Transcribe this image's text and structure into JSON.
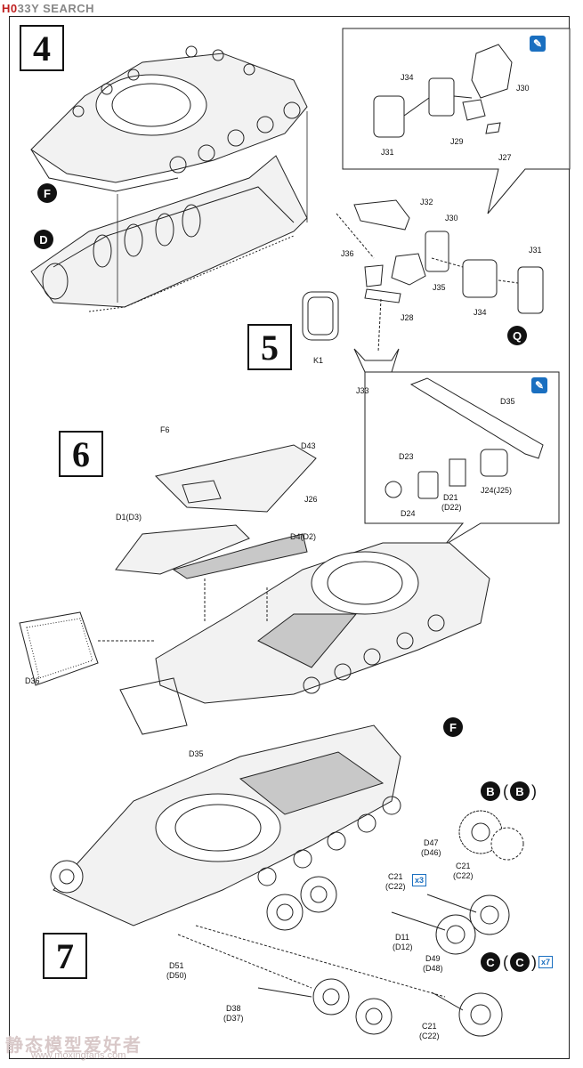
{
  "watermark": {
    "brand_red": "H0",
    "brand_gray": "33Y SEARCH",
    "bottom_cn": "静态模型爱好者",
    "bottom_url": "www.moxingfans.com"
  },
  "steps": {
    "s4": "4",
    "s5": "5",
    "s6": "6",
    "s7": "7"
  },
  "circles": {
    "F1": "F",
    "D": "D",
    "Q": "Q",
    "F2": "F",
    "B1": "B",
    "B2": "B",
    "C1": "C",
    "C2": "C"
  },
  "labels": {
    "J34a": "J34",
    "J30a": "J30",
    "J29": "J29",
    "J31a": "J31",
    "J27": "J27",
    "J32": "J32",
    "J30b": "J30",
    "J31b": "J31",
    "J36": "J36",
    "J35": "J35",
    "J34b": "J34",
    "J28": "J28",
    "K1": "K1",
    "J33": "J33",
    "F6": "F6",
    "D43": "D43",
    "D35a": "D35",
    "D23": "D23",
    "D21": "D21",
    "D22": "(D22)",
    "D24": "D24",
    "J24": "J24(J25)",
    "J26": "J26",
    "D1": "D1(D3)",
    "D4": "D4(D2)",
    "D36": "D36",
    "D35b": "D35",
    "D47": "D47",
    "D46": "(D46)",
    "C21a": "C21",
    "C22a": "(C22)",
    "C21b": "C21",
    "C22b": "(C22)",
    "D11": "D11",
    "D12": "(D12)",
    "D49": "D49",
    "D48": "(D48)",
    "D51": "D51",
    "D50": "(D50)",
    "D38": "D38",
    "D37": "(D37)",
    "C21c": "C21",
    "C22c": "(C22)",
    "Bparen_open": "(",
    "Bparen_close": ")",
    "Cparen_open": "(",
    "Cparen_close": ")"
  },
  "badges": {
    "x3": "x3",
    "x7": "x7"
  },
  "colors": {
    "accent_blue": "#1a6fc0",
    "brand_red": "#c02020",
    "line": "#222222",
    "hull_fill": "#f2f2f2",
    "shade": "#c8c8c8"
  }
}
